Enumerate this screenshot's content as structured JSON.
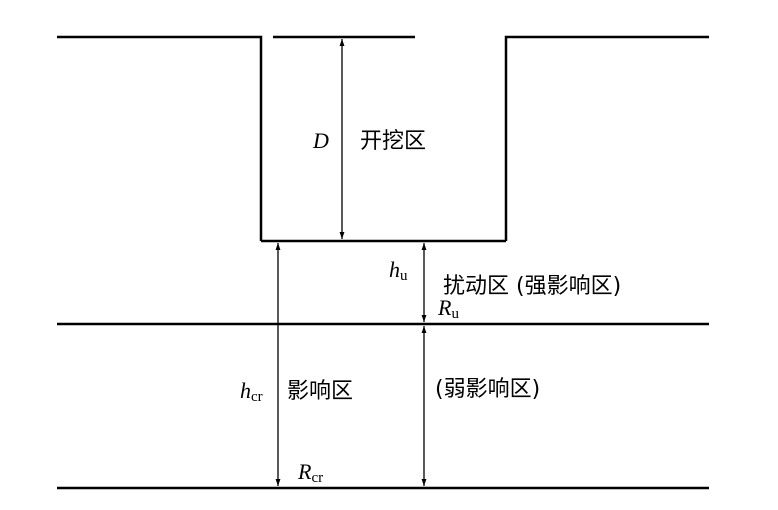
{
  "diagram": {
    "zones": {
      "excavation": "开挖区",
      "disturbance": "扰动区 (强影响区)",
      "influence": "影响区",
      "weak_influence": "(弱影响区)"
    },
    "symbols": {
      "D": "D",
      "h_u": {
        "base": "h",
        "sub": "u"
      },
      "R_u": {
        "base": "R",
        "sub": "u"
      },
      "h_cr": {
        "base": "h",
        "sub": "cr"
      },
      "R_cr": {
        "base": "R",
        "sub": "cr"
      }
    }
  }
}
